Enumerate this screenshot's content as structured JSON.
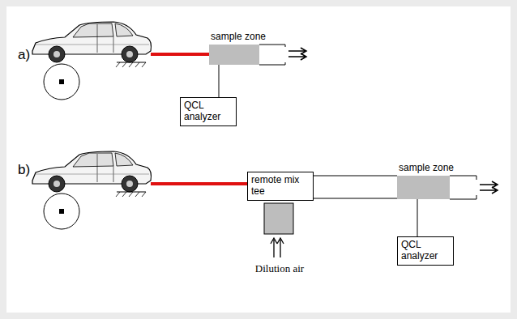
{
  "diagram": {
    "nodes": [
      {
        "text": [
          "sample zone"
        ]
      },
      {
        "text": [
          "QCL analyzer"
        ]
      },
      {
        "text": [
          "remote mix tee"
        ]
      },
      {
        "text": [
          "sample zone"
        ]
      },
      {
        "text": [
          "QCL analyzer"
        ]
      }
    ],
    "edges": [
      {
        "from": 0,
        "to": 1,
        "arrow": "none"
      },
      {
        "from": 2,
        "to": 3,
        "arrow": "none"
      },
      {
        "from": 3,
        "to": 4,
        "arrow": "none"
      }
    ],
    "labels": [
      "a)",
      "b)",
      "Dilution air"
    ]
  }
}
